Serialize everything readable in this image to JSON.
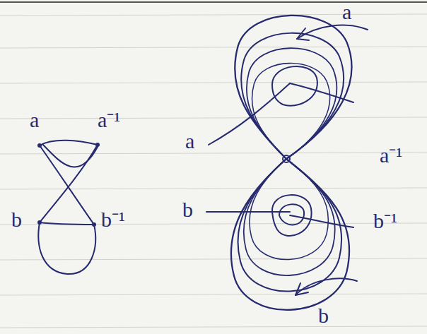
{
  "diagram": {
    "labels": [
      "a",
      "a⁻¹",
      "b",
      "b⁻¹",
      "a",
      "a",
      "a⁻¹",
      "b",
      "b⁻¹",
      "b"
    ]
  }
}
